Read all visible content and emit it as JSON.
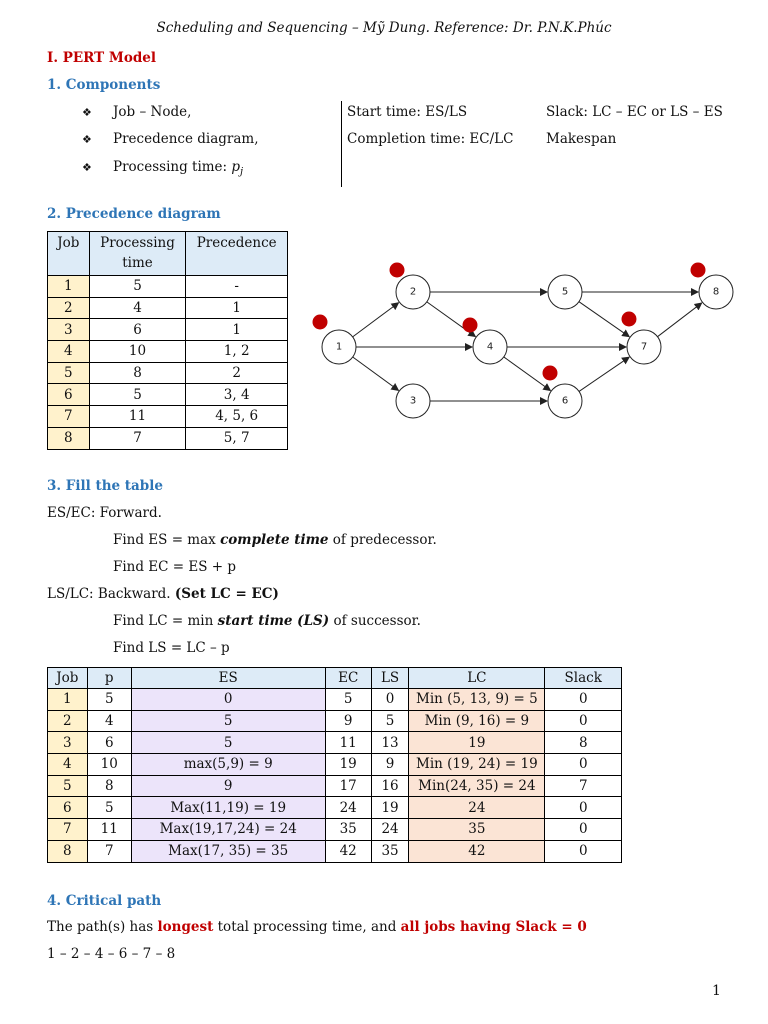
{
  "header": "Scheduling and Sequencing – Mỹ Dung. Reference: Dr. P.N.K.Phúc",
  "section1": "I. PERT Model",
  "sub1": "1. Components",
  "components": {
    "bullets": [
      "Job – Node,",
      "Precedence diagram,",
      "Processing time: "
    ],
    "pj": "p",
    "pj_sub": "j",
    "col2": [
      "Start time: ES/LS",
      "Completion time: EC/LC"
    ],
    "col3": [
      "Slack: LC – EC or LS – ES",
      "Makespan"
    ]
  },
  "sub2": "2. Precedence diagram",
  "precedence_table": {
    "headers": [
      "Job",
      "Processing time",
      "Precedence"
    ],
    "rows": [
      [
        "1",
        "5",
        "-"
      ],
      [
        "2",
        "4",
        "1"
      ],
      [
        "3",
        "6",
        "1"
      ],
      [
        "4",
        "10",
        "1, 2"
      ],
      [
        "5",
        "8",
        "2"
      ],
      [
        "6",
        "5",
        "3, 4"
      ],
      [
        "7",
        "11",
        "4, 5, 6"
      ],
      [
        "8",
        "7",
        "5, 7"
      ]
    ]
  },
  "diagram": {
    "nodes": [
      "1",
      "2",
      "3",
      "4",
      "5",
      "6",
      "7",
      "8"
    ],
    "edges": [
      [
        "1",
        "2"
      ],
      [
        "1",
        "3"
      ],
      [
        "1",
        "4"
      ],
      [
        "2",
        "4"
      ],
      [
        "2",
        "5"
      ],
      [
        "3",
        "6"
      ],
      [
        "4",
        "6"
      ],
      [
        "4",
        "7"
      ],
      [
        "5",
        "7"
      ],
      [
        "5",
        "8"
      ],
      [
        "6",
        "7"
      ],
      [
        "7",
        "8"
      ]
    ],
    "critical_nodes": [
      "1",
      "2",
      "4",
      "6",
      "7",
      "8"
    ],
    "marker_color": "#c00000"
  },
  "sub3": "3. Fill the table",
  "instructions": {
    "l1": "ES/EC: Forward.",
    "l2a": "Find ES = max ",
    "l2b": "complete time",
    "l2c": " of predecessor.",
    "l3": "Find EC = ES + p",
    "l4a": "LS/LC: Backward. ",
    "l4b": "(Set LC = EC)",
    "l5a": "Find LC = min ",
    "l5b": "start time (LS)",
    "l5c": " of successor.",
    "l6": "Find LS = LC – p"
  },
  "schedule_table": {
    "headers": [
      "Job",
      "p",
      "ES",
      "EC",
      "LS",
      "LC",
      "Slack"
    ],
    "rows": [
      [
        "1",
        "5",
        "0",
        "5",
        "0",
        "Min (5, 13, 9) = 5",
        "0"
      ],
      [
        "2",
        "4",
        "5",
        "9",
        "5",
        "Min (9, 16) = 9",
        "0"
      ],
      [
        "3",
        "6",
        "5",
        "11",
        "13",
        "19",
        "8"
      ],
      [
        "4",
        "10",
        "max(5,9) = 9",
        "19",
        "9",
        "Min (19, 24) = 19",
        "0"
      ],
      [
        "5",
        "8",
        "9",
        "17",
        "16",
        "Min(24, 35) = 24",
        "7"
      ],
      [
        "6",
        "5",
        "Max(11,19) = 19",
        "24",
        "19",
        "24",
        "0"
      ],
      [
        "7",
        "11",
        "Max(19,17,24) = 24",
        "35",
        "24",
        "35",
        "0"
      ],
      [
        "8",
        "7",
        "Max(17, 35) = 35",
        "42",
        "35",
        "42",
        "0"
      ]
    ]
  },
  "sub4": "4. Critical path",
  "critical": {
    "a": "The path(s) has ",
    "b": "longest",
    "c": " total processing time, and ",
    "d": "all jobs having Slack = 0",
    "path": "1 – 2 – 4 – 6 – 7 – 8"
  },
  "page_number": "1"
}
